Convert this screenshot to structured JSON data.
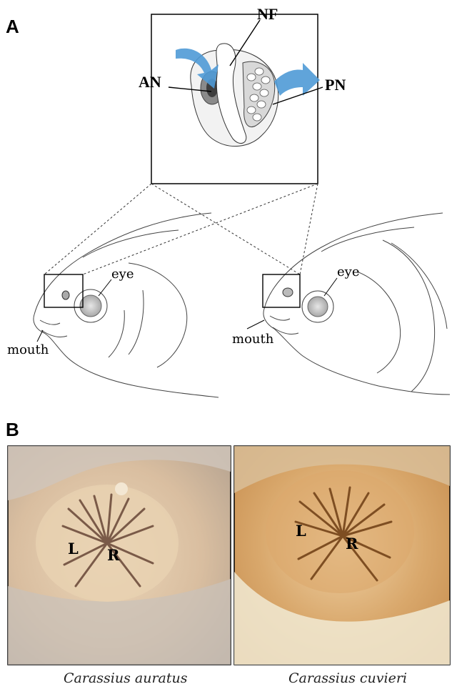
{
  "panels": {
    "a": {
      "letter": "A",
      "inset_labels": {
        "nf": "NF",
        "an": "AN",
        "pn": "PN"
      },
      "fish_labels": {
        "left_eye": "eye",
        "left_mouth": "mouth",
        "right_eye": "eye",
        "right_mouth": "mouth"
      }
    },
    "b": {
      "letter": "B",
      "left_photo": {
        "label_l": "L",
        "label_r": "R",
        "caption": "Carassius auratus"
      },
      "right_photo": {
        "label_l": "L",
        "label_r": "R",
        "caption": "Carassius cuvieri"
      }
    }
  },
  "colors": {
    "arrow": "#4f9ad6",
    "line": "#333333"
  }
}
